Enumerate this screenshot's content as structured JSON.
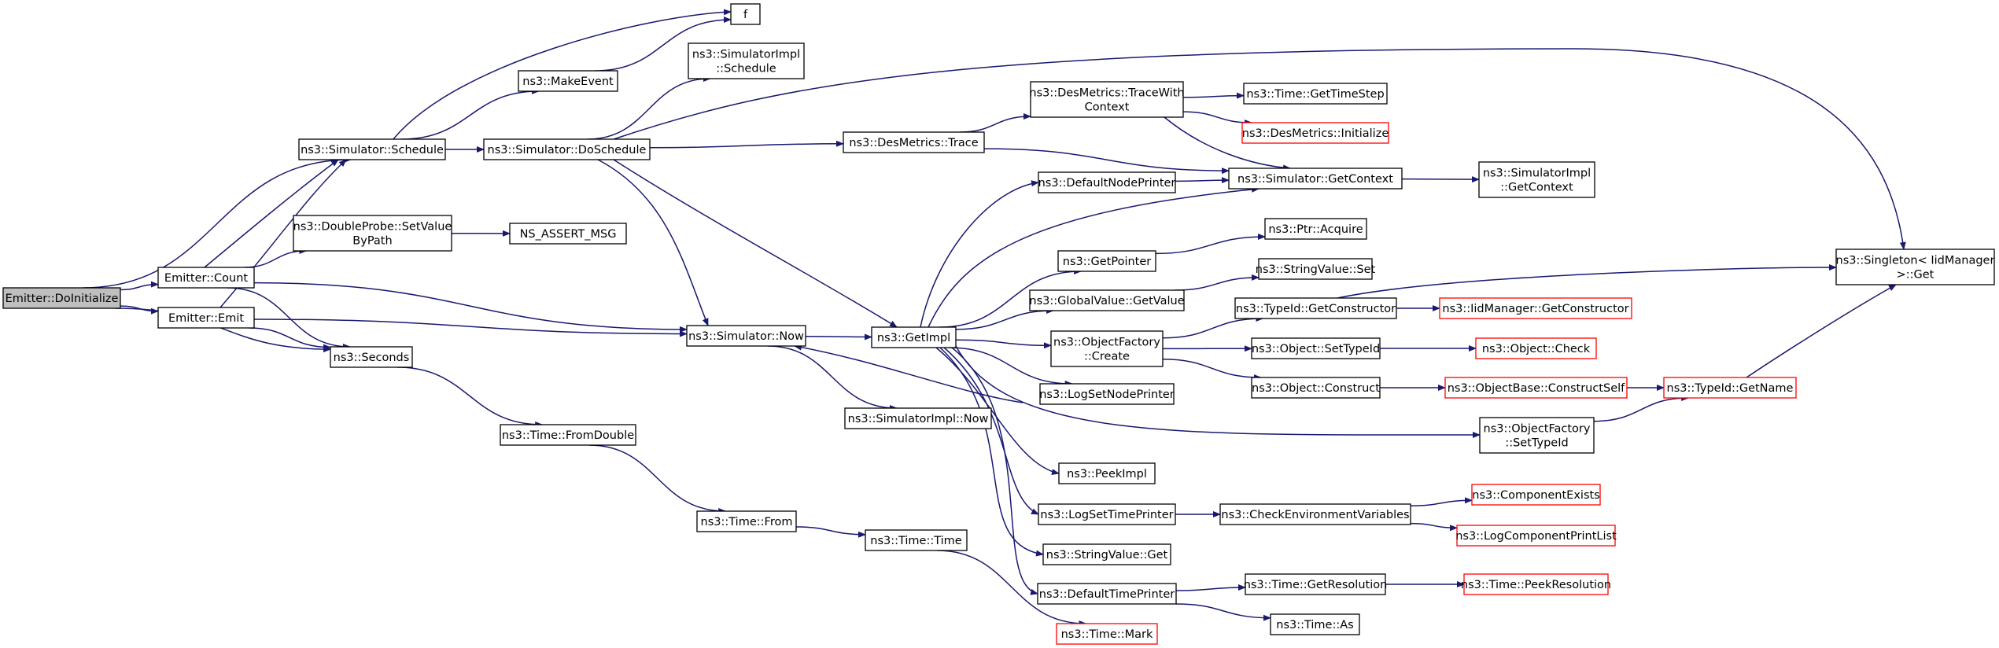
{
  "diagram": {
    "type": "call-graph",
    "colors": {
      "edge": "#191970",
      "node_border": "#000000",
      "node_border_incomplete": "#ff0000",
      "root_fill": "#bfbfbf",
      "node_fill": "#ffffff"
    },
    "nodes": [
      {
        "id": "root",
        "lines": [
          "Emitter::DoInitialize"
        ],
        "style": "root"
      },
      {
        "id": "count",
        "lines": [
          "Emitter::Count"
        ],
        "style": "normal"
      },
      {
        "id": "emit",
        "lines": [
          "Emitter::Emit"
        ],
        "style": "normal"
      },
      {
        "id": "sim_schedule",
        "lines": [
          "ns3::Simulator::Schedule"
        ],
        "style": "normal"
      },
      {
        "id": "dp_setvalue",
        "lines": [
          "ns3::DoubleProbe::SetValue",
          "ByPath"
        ],
        "style": "normal"
      },
      {
        "id": "seconds",
        "lines": [
          "ns3::Seconds"
        ],
        "style": "normal"
      },
      {
        "id": "f",
        "lines": [
          "f"
        ],
        "style": "normal"
      },
      {
        "id": "makeevent",
        "lines": [
          "ns3::MakeEvent"
        ],
        "style": "normal"
      },
      {
        "id": "simimpl_schedule",
        "lines": [
          "ns3::SimulatorImpl",
          "::Schedule"
        ],
        "style": "normal"
      },
      {
        "id": "doschedule",
        "lines": [
          "ns3::Simulator::DoSchedule"
        ],
        "style": "normal"
      },
      {
        "id": "ns_assert",
        "lines": [
          "NS_ASSERT_MSG"
        ],
        "style": "normal"
      },
      {
        "id": "sim_now",
        "lines": [
          "ns3::Simulator::Now"
        ],
        "style": "normal"
      },
      {
        "id": "fromdouble",
        "lines": [
          "ns3::Time::FromDouble"
        ],
        "style": "normal"
      },
      {
        "id": "time_from",
        "lines": [
          "ns3::Time::From"
        ],
        "style": "normal"
      },
      {
        "id": "simimpl_now",
        "lines": [
          "ns3::SimulatorImpl::Now"
        ],
        "style": "normal"
      },
      {
        "id": "time_time",
        "lines": [
          "ns3::Time::Time"
        ],
        "style": "normal"
      },
      {
        "id": "getimpl",
        "lines": [
          "ns3::GetImpl"
        ],
        "style": "normal"
      },
      {
        "id": "desm_trace",
        "lines": [
          "ns3::DesMetrics::Trace"
        ],
        "style": "normal"
      },
      {
        "id": "desm_tracewith",
        "lines": [
          "ns3::DesMetrics::TraceWith",
          "Context"
        ],
        "style": "normal"
      },
      {
        "id": "defnodeprinter",
        "lines": [
          "ns3::DefaultNodePrinter"
        ],
        "style": "normal"
      },
      {
        "id": "getpointer",
        "lines": [
          "ns3::GetPointer"
        ],
        "style": "normal"
      },
      {
        "id": "gv_getvalue",
        "lines": [
          "ns3::GlobalValue::GetValue"
        ],
        "style": "normal"
      },
      {
        "id": "of_create",
        "lines": [
          "ns3::ObjectFactory",
          "::Create"
        ],
        "style": "normal"
      },
      {
        "id": "logsetnode",
        "lines": [
          "ns3::LogSetNodePrinter"
        ],
        "style": "normal"
      },
      {
        "id": "peekimpl",
        "lines": [
          "ns3::PeekImpl"
        ],
        "style": "normal"
      },
      {
        "id": "logsettime",
        "lines": [
          "ns3::LogSetTimePrinter"
        ],
        "style": "normal"
      },
      {
        "id": "sv_get",
        "lines": [
          "ns3::StringValue::Get"
        ],
        "style": "normal"
      },
      {
        "id": "deftimeprinter",
        "lines": [
          "ns3::DefaultTimePrinter"
        ],
        "style": "normal"
      },
      {
        "id": "time_mark",
        "lines": [
          "ns3::Time::Mark"
        ],
        "style": "incomplete"
      },
      {
        "id": "time_gettimestep",
        "lines": [
          "ns3::Time::GetTimeStep"
        ],
        "style": "normal"
      },
      {
        "id": "desm_init",
        "lines": [
          "ns3::DesMetrics::Initialize"
        ],
        "style": "incomplete"
      },
      {
        "id": "sim_getcontext",
        "lines": [
          "ns3::Simulator::GetContext"
        ],
        "style": "normal"
      },
      {
        "id": "ptr_acquire",
        "lines": [
          "ns3::Ptr::Acquire"
        ],
        "style": "normal"
      },
      {
        "id": "sv_set",
        "lines": [
          "ns3::StringValue::Set"
        ],
        "style": "normal"
      },
      {
        "id": "tid_getctor",
        "lines": [
          "ns3::TypeId::GetConstructor"
        ],
        "style": "normal"
      },
      {
        "id": "obj_settypeid",
        "lines": [
          "ns3::Object::SetTypeId"
        ],
        "style": "normal"
      },
      {
        "id": "obj_construct",
        "lines": [
          "ns3::Object::Construct"
        ],
        "style": "normal"
      },
      {
        "id": "of_settypeid",
        "lines": [
          "ns3::ObjectFactory",
          "::SetTypeId"
        ],
        "style": "normal"
      },
      {
        "id": "checkenv",
        "lines": [
          "ns3::CheckEnvironmentVariables"
        ],
        "style": "normal"
      },
      {
        "id": "time_getres",
        "lines": [
          "ns3::Time::GetResolution"
        ],
        "style": "normal"
      },
      {
        "id": "time_as",
        "lines": [
          "ns3::Time::As"
        ],
        "style": "normal"
      },
      {
        "id": "simimpl_getcontext",
        "lines": [
          "ns3::SimulatorImpl",
          "::GetContext"
        ],
        "style": "normal"
      },
      {
        "id": "iid_getctor",
        "lines": [
          "ns3::IidManager::GetConstructor"
        ],
        "style": "incomplete"
      },
      {
        "id": "obj_check",
        "lines": [
          "ns3::Object::Check"
        ],
        "style": "incomplete"
      },
      {
        "id": "objbase_construct",
        "lines": [
          "ns3::ObjectBase::ConstructSelf"
        ],
        "style": "incomplete"
      },
      {
        "id": "comp_exists",
        "lines": [
          "ns3::ComponentExists"
        ],
        "style": "incomplete"
      },
      {
        "id": "logcomp_print",
        "lines": [
          "ns3::LogComponentPrintList"
        ],
        "style": "incomplete"
      },
      {
        "id": "time_peekres",
        "lines": [
          "ns3::Time::PeekResolution"
        ],
        "style": "incomplete"
      },
      {
        "id": "tid_getname",
        "lines": [
          "ns3::TypeId::GetName"
        ],
        "style": "incomplete"
      },
      {
        "id": "singleton_get",
        "lines": [
          "ns3::Singleton< IidManager",
          " >::Get"
        ],
        "style": "normal"
      }
    ],
    "edges": [
      [
        "root",
        "sim_schedule"
      ],
      [
        "root",
        "count"
      ],
      [
        "root",
        "emit"
      ],
      [
        "root",
        "seconds"
      ],
      [
        "count",
        "sim_schedule"
      ],
      [
        "count",
        "dp_setvalue"
      ],
      [
        "count",
        "seconds"
      ],
      [
        "count",
        "sim_now"
      ],
      [
        "emit",
        "sim_schedule"
      ],
      [
        "emit",
        "seconds"
      ],
      [
        "emit",
        "sim_now"
      ],
      [
        "sim_schedule",
        "f"
      ],
      [
        "sim_schedule",
        "makeevent"
      ],
      [
        "sim_schedule",
        "doschedule"
      ],
      [
        "makeevent",
        "f"
      ],
      [
        "dp_setvalue",
        "ns_assert"
      ],
      [
        "seconds",
        "fromdouble"
      ],
      [
        "doschedule",
        "simimpl_schedule"
      ],
      [
        "doschedule",
        "desm_trace"
      ],
      [
        "doschedule",
        "singleton_get"
      ],
      [
        "doschedule",
        "sim_now"
      ],
      [
        "doschedule",
        "getimpl"
      ],
      [
        "sim_now",
        "getimpl"
      ],
      [
        "sim_now",
        "simimpl_now"
      ],
      [
        "fromdouble",
        "time_from"
      ],
      [
        "time_from",
        "time_time"
      ],
      [
        "time_time",
        "time_mark"
      ],
      [
        "desm_trace",
        "desm_tracewith"
      ],
      [
        "desm_trace",
        "sim_getcontext"
      ],
      [
        "desm_tracewith",
        "time_gettimestep"
      ],
      [
        "desm_tracewith",
        "desm_init"
      ],
      [
        "desm_tracewith",
        "sim_getcontext"
      ],
      [
        "getimpl",
        "defnodeprinter"
      ],
      [
        "getimpl",
        "sim_getcontext"
      ],
      [
        "getimpl",
        "getpointer"
      ],
      [
        "getimpl",
        "gv_getvalue"
      ],
      [
        "getimpl",
        "of_create"
      ],
      [
        "getimpl",
        "logsetnode"
      ],
      [
        "getimpl",
        "of_settypeid"
      ],
      [
        "getimpl",
        "peekimpl"
      ],
      [
        "getimpl",
        "logsettime"
      ],
      [
        "getimpl",
        "sv_get"
      ],
      [
        "getimpl",
        "deftimeprinter"
      ],
      [
        "getimpl",
        "sim_now"
      ],
      [
        "defnodeprinter",
        "sim_getcontext"
      ],
      [
        "sim_getcontext",
        "simimpl_getcontext"
      ],
      [
        "getpointer",
        "ptr_acquire"
      ],
      [
        "gv_getvalue",
        "sv_set"
      ],
      [
        "of_create",
        "tid_getctor"
      ],
      [
        "of_create",
        "obj_settypeid"
      ],
      [
        "of_create",
        "obj_construct"
      ],
      [
        "tid_getctor",
        "iid_getctor"
      ],
      [
        "tid_getctor",
        "singleton_get"
      ],
      [
        "obj_settypeid",
        "obj_check"
      ],
      [
        "obj_construct",
        "objbase_construct"
      ],
      [
        "objbase_construct",
        "tid_getname"
      ],
      [
        "of_settypeid",
        "tid_getname"
      ],
      [
        "tid_getname",
        "singleton_get"
      ],
      [
        "logsettime",
        "checkenv"
      ],
      [
        "checkenv",
        "comp_exists"
      ],
      [
        "checkenv",
        "logcomp_print"
      ],
      [
        "deftimeprinter",
        "time_getres"
      ],
      [
        "deftimeprinter",
        "time_as"
      ],
      [
        "time_getres",
        "time_peekres"
      ]
    ]
  }
}
